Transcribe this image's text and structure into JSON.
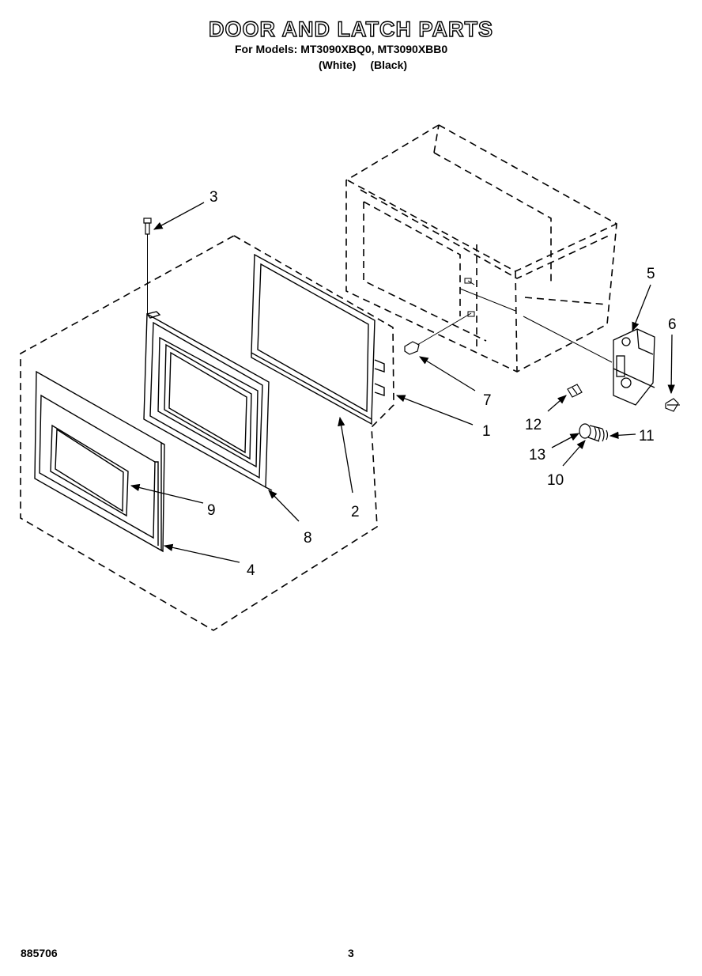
{
  "header": {
    "title": "DOOR AND LATCH PARTS",
    "models_line": "For Models: MT3090XBQ0, MT3090XBB0",
    "variant_white": "(White)",
    "variant_black": "(Black)"
  },
  "callouts": [
    "1",
    "2",
    "3",
    "4",
    "5",
    "6",
    "7",
    "8",
    "9",
    "10",
    "11",
    "12",
    "13"
  ],
  "footer": {
    "doc_number": "885706",
    "page_number": "3"
  }
}
